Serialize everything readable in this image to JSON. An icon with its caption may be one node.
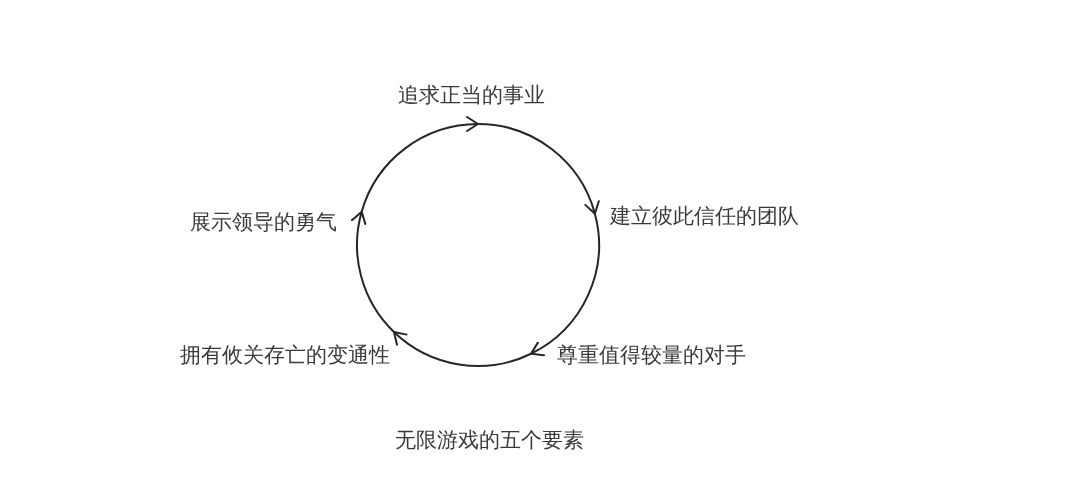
{
  "diagram": {
    "caption": "无限游戏的五个要素",
    "nodes": [
      {
        "text": [
          "追求正当的事业"
        ]
      },
      {
        "text": [
          "建立彼此信任的团队"
        ]
      },
      {
        "text": [
          "尊重值得较量的对手"
        ]
      },
      {
        "text": [
          "拥有攸关存亡的变通性"
        ]
      },
      {
        "text": [
          "展示领导的勇气"
        ]
      }
    ],
    "edges": [
      {
        "from": 0,
        "to": 1,
        "arrow": "to"
      },
      {
        "from": 1,
        "to": 2,
        "arrow": "to"
      },
      {
        "from": 2,
        "to": 3,
        "arrow": "to"
      },
      {
        "from": 3,
        "to": 4,
        "arrow": "to"
      },
      {
        "from": 4,
        "to": 0,
        "arrow": "to"
      }
    ]
  }
}
